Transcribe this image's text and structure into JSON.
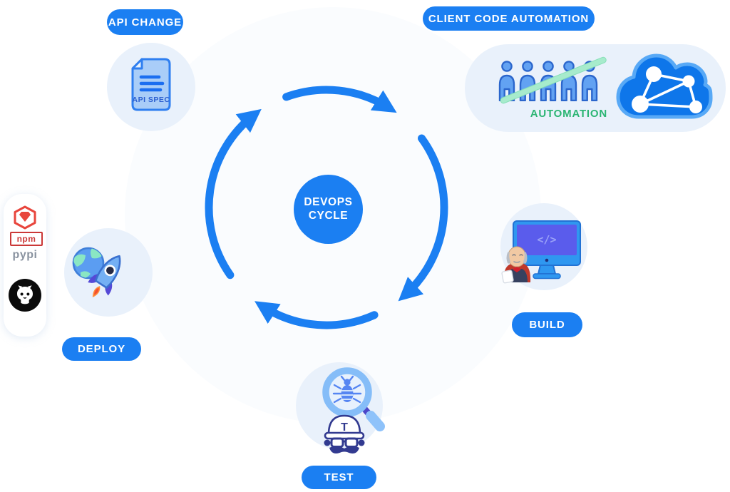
{
  "colors": {
    "accent_blue": "#1b7ff2",
    "stage_circle_blue": "#e9f1fb",
    "big_circle": "#fafcfe",
    "automation_green": "#2bb573",
    "slash_green": "#a7ebcc",
    "npm_red": "#cb3837",
    "rubygems_red": "#e8453c",
    "cloud_blue": "#0e76ea",
    "screen_purple": "#5a5cec",
    "flame_orange": "#ff8c3a"
  },
  "center": {
    "line1": "DEVOPS",
    "line2": "CYCLE"
  },
  "stages": {
    "api_change": {
      "label": "API CHANGE",
      "doc_label": "API SPEC"
    },
    "client_code_automation": {
      "label": "CLIENT CODE AUTOMATION",
      "caption": "AUTOMATION",
      "people_count": 5
    },
    "build": {
      "label": "BUILD",
      "screen_glyph": "</>"
    },
    "test": {
      "label": "TEST",
      "helmet_letter": "T"
    },
    "deploy": {
      "label": "DEPLOY"
    }
  },
  "registries": {
    "npm": "npm",
    "pypi": "pypi"
  },
  "icons": [
    "api-spec-document-icon",
    "person-icon",
    "cloud-network-icon",
    "monitor-code-icon",
    "jenkins-mascot-icon",
    "rubygems-icon",
    "npm-icon",
    "pypi-logo",
    "github-icon",
    "rocket-globe-icon",
    "bug-magnifier-icon",
    "travis-mascot-icon",
    "cycle-arrows-icon"
  ]
}
